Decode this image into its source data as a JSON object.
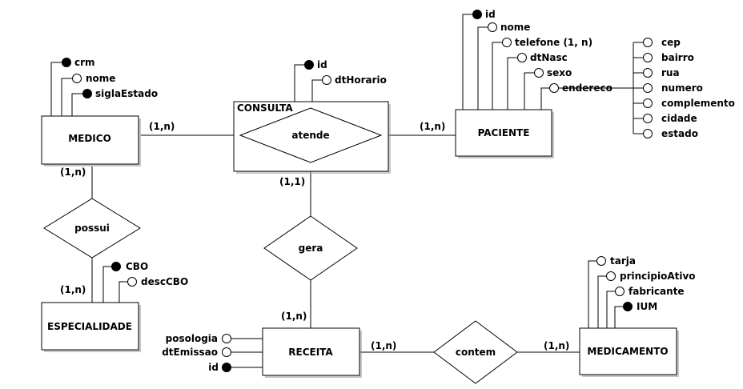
{
  "entities": {
    "medico": "MEDICO",
    "paciente": "PACIENTE",
    "especialidade": "ESPECIALIDADE",
    "receita": "RECEITA",
    "medicamento": "MEDICAMENTO",
    "consulta": "CONSULTA"
  },
  "relationships": {
    "atende": "atende",
    "possui": "possui",
    "gera": "gera",
    "contem": "contem"
  },
  "cardinalities": {
    "medico_atende": "(1,n)",
    "paciente_atende": "(1,n)",
    "medico_possui": "(1,n)",
    "especialidade_possui": "(1,n)",
    "consulta_gera": "(1,1)",
    "receita_gera": "(1,n)",
    "receita_contem": "(1,n)",
    "medicamento_contem": "(1,n)"
  },
  "attributes": {
    "medico": [
      "crm",
      "nome",
      "siglaEstado"
    ],
    "consulta": [
      "id",
      "dtHorario"
    ],
    "paciente": [
      "id",
      "nome",
      "telefone (1, n)",
      "dtNasc",
      "sexo",
      "endereco"
    ],
    "endereco": [
      "cep",
      "bairro",
      "rua",
      "numero",
      "complemento",
      "cidade",
      "estado"
    ],
    "especialidade": [
      "CBO",
      "descCBO"
    ],
    "receita": [
      "posologia",
      "dtEmissao",
      "id"
    ],
    "medicamento": [
      "tarja",
      "principioAtivo",
      "fabricante",
      "IUM"
    ]
  }
}
